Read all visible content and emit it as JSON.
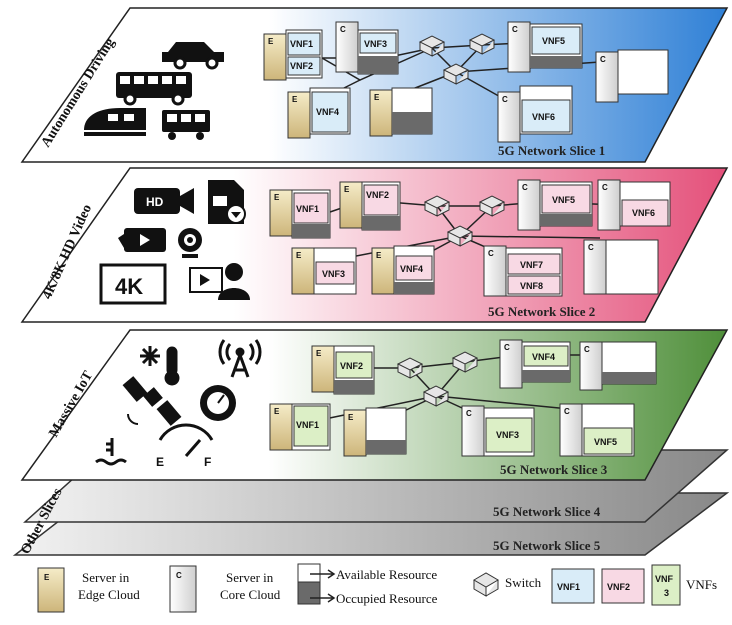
{
  "slices": [
    {
      "id": 1,
      "side_label": "Autonomous Driving",
      "title": "5G Network Slice 1"
    },
    {
      "id": 2,
      "side_label": "4K/8K HD Video",
      "title": "5G Network Slice 2"
    },
    {
      "id": 3,
      "side_label": "Massive IoT",
      "title": "5G Network Slice 3"
    },
    {
      "id": 4,
      "title": "5G Network Slice 4"
    },
    {
      "id": 5,
      "title": "5G Network Slice 5"
    }
  ],
  "other_slices_label": "Other Slices",
  "server_letters": {
    "edge": "E",
    "core": "C"
  },
  "vnf_labels": {
    "s1": [
      "VNF1",
      "VNF2",
      "VNF3",
      "VNF4",
      "VNF5",
      "VNF6"
    ],
    "s2": [
      "VNF1",
      "VNF2",
      "VNF3",
      "VNF4",
      "VNF5",
      "VNF6",
      "VNF7",
      "VNF8"
    ],
    "s3": [
      "VNF2",
      "VNF1",
      "VNF4",
      "VNF3",
      "VNF5"
    ]
  },
  "icon_labels": {
    "hd": "HD",
    "k4": "4K",
    "e": "E",
    "f": "F"
  },
  "legend": {
    "edge": "Server in\nEdge Cloud",
    "core": "Server in\nCore Cloud",
    "available": "Available Resource",
    "occupied": "Occupied Resource",
    "switch": "Switch",
    "vnfs": "VNFs",
    "vnf_examples": [
      "VNF1",
      "VNF2",
      "VNF\n3"
    ]
  },
  "colors": {
    "slice1": "#2f80d6",
    "slice2": "#e4507a",
    "slice3": "#4f8f3a",
    "grey": "#8a8a8a",
    "vnf_blue": "#d9ecf8",
    "vnf_pink": "#f8d9e4",
    "vnf_green": "#dcefc6",
    "occupied": "#6a6a6a"
  }
}
